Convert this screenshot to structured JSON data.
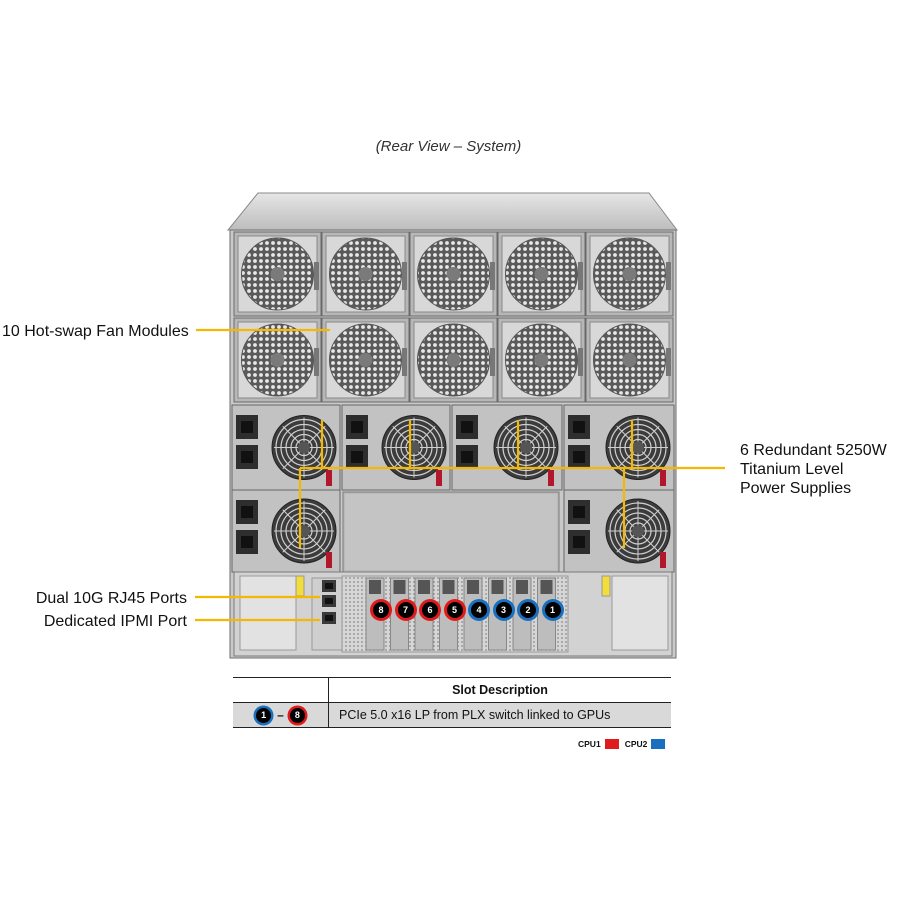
{
  "title": "(Rear View – System)",
  "callouts": {
    "fans": "10 Hot-swap Fan Modules",
    "psu_line1": "6 Redundant 5250W",
    "psu_line2": "Titanium Level",
    "psu_line3": "Power Supplies",
    "rj45": "Dual 10G RJ45 Ports",
    "ipmi": "Dedicated IPMI Port"
  },
  "slots": {
    "cpu1_slots": [
      "8",
      "7",
      "6",
      "5"
    ],
    "cpu2_slots": [
      "4",
      "3",
      "2",
      "1"
    ]
  },
  "slot_table": {
    "header": "Slot Description",
    "range_start": "1",
    "range_sep": "–",
    "range_end": "8",
    "description": "PCIe 5.0 x16 LP from PLX switch linked to GPUs"
  },
  "legend": {
    "cpu1_label": "CPU1",
    "cpu2_label": "CPU2",
    "cpu1_color": "#e01b1b",
    "cpu2_color": "#1a6fbf"
  },
  "colors": {
    "callout_line": "#f5b800",
    "chassis": "#c9c9c9",
    "chassis_dark": "#6e6e6e"
  },
  "icons": [
    "fan-grille-icon",
    "psu-fan-icon",
    "power-inlet-icon",
    "rj45-port-icon",
    "slot-number-badge-icon"
  ]
}
